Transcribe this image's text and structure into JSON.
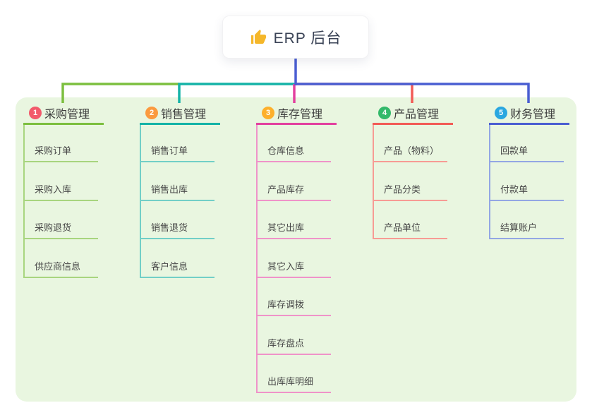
{
  "root": {
    "label": "ERP 后台",
    "icon": "thumbs-up-icon",
    "icon_color": "#f5b72a"
  },
  "colors": {
    "panel_bg": "#e9f6e0",
    "stem": "#4a5ed2"
  },
  "branches": [
    {
      "badge": "1",
      "badge_color": "#f25a6b",
      "label": "采购管理",
      "color": "#7cbf3f",
      "line_light": "#a8d57f",
      "children": [
        "采购订单",
        "采购入库",
        "采购退货",
        "供应商信息"
      ]
    },
    {
      "badge": "2",
      "badge_color": "#fb9a3f",
      "label": "销售管理",
      "color": "#14b3a7",
      "line_light": "#72cfc7",
      "children": [
        "销售订单",
        "销售出库",
        "销售退货",
        "客户信息"
      ]
    },
    {
      "badge": "3",
      "badge_color": "#fdb02c",
      "label": "库存管理",
      "color": "#e2409f",
      "line_light": "#ef93c9",
      "children": [
        "仓库信息",
        "产品库存",
        "其它出库",
        "其它入库",
        "库存调拨",
        "库存盘点",
        "出库库明细"
      ]
    },
    {
      "badge": "4",
      "badge_color": "#33b96a",
      "label": "产品管理",
      "color": "#f25b56",
      "line_light": "#f79b94",
      "children": [
        "产品（物料）",
        "产品分类",
        "产品单位"
      ]
    },
    {
      "badge": "5",
      "badge_color": "#2aa7e0",
      "label": "财务管理",
      "color": "#4a5ed2",
      "line_light": "#93a7e4",
      "children": [
        "回款单",
        "付款单",
        "结算账户"
      ]
    }
  ]
}
